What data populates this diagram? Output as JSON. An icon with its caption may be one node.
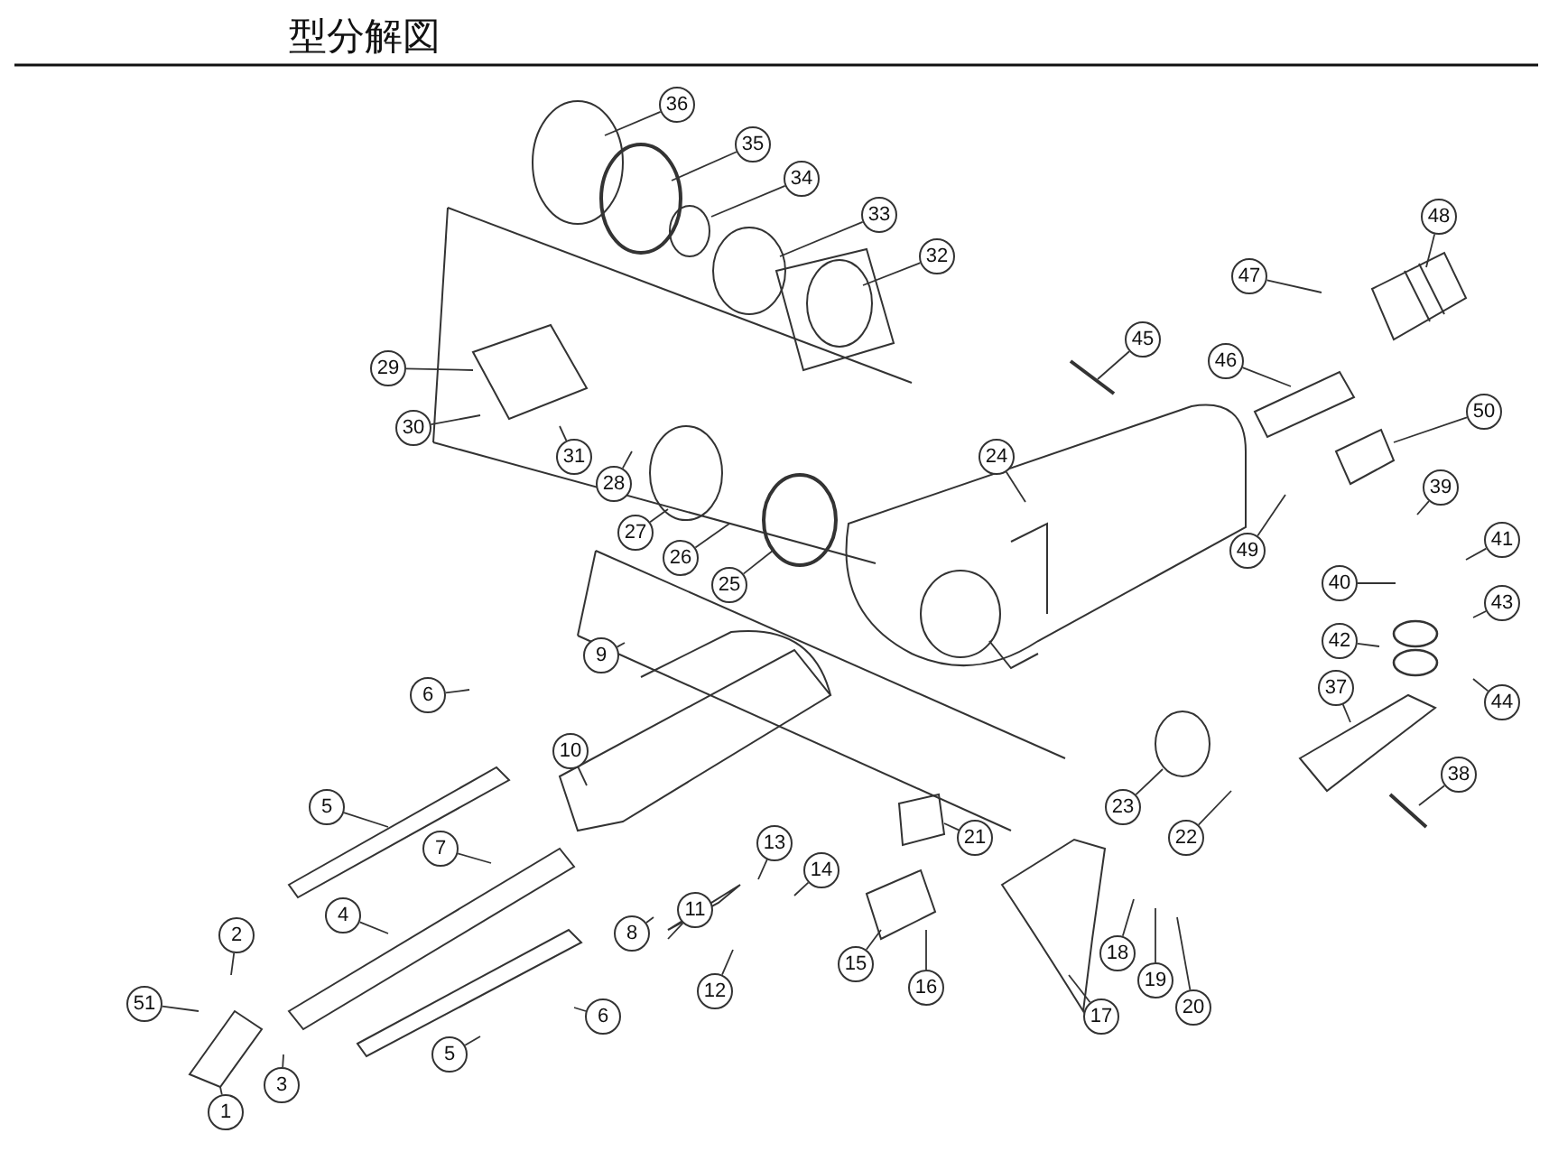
{
  "diagram": {
    "title": "型分解図",
    "nodes": [
      {
        "text": [
          "36"
        ]
      },
      {
        "text": [
          "35"
        ]
      },
      {
        "text": [
          "34"
        ]
      },
      {
        "text": [
          "33"
        ]
      },
      {
        "text": [
          "48"
        ]
      },
      {
        "text": [
          "32"
        ]
      },
      {
        "text": [
          "47"
        ]
      },
      {
        "text": [
          "45"
        ]
      },
      {
        "text": [
          "46"
        ]
      },
      {
        "text": [
          "29"
        ]
      },
      {
        "text": [
          "50"
        ]
      },
      {
        "text": [
          "30"
        ]
      },
      {
        "text": [
          "31"
        ]
      },
      {
        "text": [
          "24"
        ]
      },
      {
        "text": [
          "28"
        ]
      },
      {
        "text": [
          "39"
        ]
      },
      {
        "text": [
          "27"
        ]
      },
      {
        "text": [
          "41"
        ]
      },
      {
        "text": [
          "49"
        ]
      },
      {
        "text": [
          "26"
        ]
      },
      {
        "text": [
          "40"
        ]
      },
      {
        "text": [
          "25"
        ]
      },
      {
        "text": [
          "43"
        ]
      },
      {
        "text": [
          "42"
        ]
      },
      {
        "text": [
          "9"
        ]
      },
      {
        "text": [
          "37"
        ]
      },
      {
        "text": [
          "6"
        ]
      },
      {
        "text": [
          "44"
        ]
      },
      {
        "text": [
          "10"
        ]
      },
      {
        "text": [
          "38"
        ]
      },
      {
        "text": [
          "5"
        ]
      },
      {
        "text": [
          "23"
        ]
      },
      {
        "text": [
          "22"
        ]
      },
      {
        "text": [
          "21"
        ]
      },
      {
        "text": [
          "13"
        ]
      },
      {
        "text": [
          "7"
        ]
      },
      {
        "text": [
          "14"
        ]
      },
      {
        "text": [
          "11"
        ]
      },
      {
        "text": [
          "4"
        ]
      },
      {
        "text": [
          "8"
        ]
      },
      {
        "text": [
          "2"
        ]
      },
      {
        "text": [
          "15"
        ]
      },
      {
        "text": [
          "18"
        ]
      },
      {
        "text": [
          "16"
        ]
      },
      {
        "text": [
          "12"
        ]
      },
      {
        "text": [
          "19"
        ]
      },
      {
        "text": [
          "20"
        ]
      },
      {
        "text": [
          "51"
        ]
      },
      {
        "text": [
          "17"
        ]
      },
      {
        "text": [
          "6"
        ]
      },
      {
        "text": [
          "5"
        ]
      },
      {
        "text": [
          "3"
        ]
      },
      {
        "text": [
          "1"
        ]
      }
    ],
    "edges": [
      {
        "from": 0,
        "to": null,
        "arrow": "none"
      },
      {
        "from": 1,
        "to": null,
        "arrow": "none"
      },
      {
        "from": 2,
        "to": null,
        "arrow": "none"
      },
      {
        "from": 3,
        "to": null,
        "arrow": "none"
      },
      {
        "from": 4,
        "to": null,
        "arrow": "none"
      },
      {
        "from": 5,
        "to": null,
        "arrow": "none"
      },
      {
        "from": 6,
        "to": null,
        "arrow": "none"
      },
      {
        "from": 7,
        "to": null,
        "arrow": "none"
      },
      {
        "from": 8,
        "to": null,
        "arrow": "none"
      },
      {
        "from": 9,
        "to": null,
        "arrow": "none"
      },
      {
        "from": 10,
        "to": null,
        "arrow": "none"
      },
      {
        "from": 11,
        "to": null,
        "arrow": "none"
      },
      {
        "from": 12,
        "to": null,
        "arrow": "none"
      },
      {
        "from": 13,
        "to": null,
        "arrow": "none"
      },
      {
        "from": 14,
        "to": null,
        "arrow": "none"
      },
      {
        "from": 15,
        "to": null,
        "arrow": "none"
      },
      {
        "from": 16,
        "to": null,
        "arrow": "none"
      },
      {
        "from": 17,
        "to": null,
        "arrow": "none"
      },
      {
        "from": 18,
        "to": null,
        "arrow": "none"
      },
      {
        "from": 19,
        "to": null,
        "arrow": "none"
      },
      {
        "from": 20,
        "to": null,
        "arrow": "none"
      },
      {
        "from": 21,
        "to": null,
        "arrow": "none"
      },
      {
        "from": 22,
        "to": null,
        "arrow": "none"
      },
      {
        "from": 23,
        "to": null,
        "arrow": "none"
      },
      {
        "from": 24,
        "to": null,
        "arrow": "none"
      },
      {
        "from": 25,
        "to": null,
        "arrow": "none"
      },
      {
        "from": 26,
        "to": null,
        "arrow": "none"
      },
      {
        "from": 27,
        "to": null,
        "arrow": "none"
      },
      {
        "from": 28,
        "to": null,
        "arrow": "none"
      },
      {
        "from": 29,
        "to": null,
        "arrow": "none"
      },
      {
        "from": 30,
        "to": null,
        "arrow": "none"
      },
      {
        "from": 31,
        "to": null,
        "arrow": "none"
      },
      {
        "from": 32,
        "to": null,
        "arrow": "none"
      },
      {
        "from": 33,
        "to": null,
        "arrow": "none"
      },
      {
        "from": 34,
        "to": null,
        "arrow": "none"
      },
      {
        "from": 35,
        "to": null,
        "arrow": "none"
      },
      {
        "from": 36,
        "to": null,
        "arrow": "none"
      },
      {
        "from": 37,
        "to": null,
        "arrow": "none"
      },
      {
        "from": 38,
        "to": null,
        "arrow": "none"
      },
      {
        "from": 39,
        "to": null,
        "arrow": "none"
      },
      {
        "from": 40,
        "to": null,
        "arrow": "none"
      },
      {
        "from": 41,
        "to": null,
        "arrow": "none"
      },
      {
        "from": 42,
        "to": null,
        "arrow": "none"
      },
      {
        "from": 43,
        "to": null,
        "arrow": "none"
      },
      {
        "from": 44,
        "to": null,
        "arrow": "none"
      },
      {
        "from": 45,
        "to": null,
        "arrow": "none"
      },
      {
        "from": 46,
        "to": null,
        "arrow": "none"
      },
      {
        "from": 47,
        "to": null,
        "arrow": "none"
      },
      {
        "from": 48,
        "to": null,
        "arrow": "none"
      },
      {
        "from": 49,
        "to": null,
        "arrow": "none"
      },
      {
        "from": 50,
        "to": null,
        "arrow": "none"
      },
      {
        "from": 51,
        "to": null,
        "arrow": "none"
      },
      {
        "from": 52,
        "to": null,
        "arrow": "none"
      }
    ]
  }
}
